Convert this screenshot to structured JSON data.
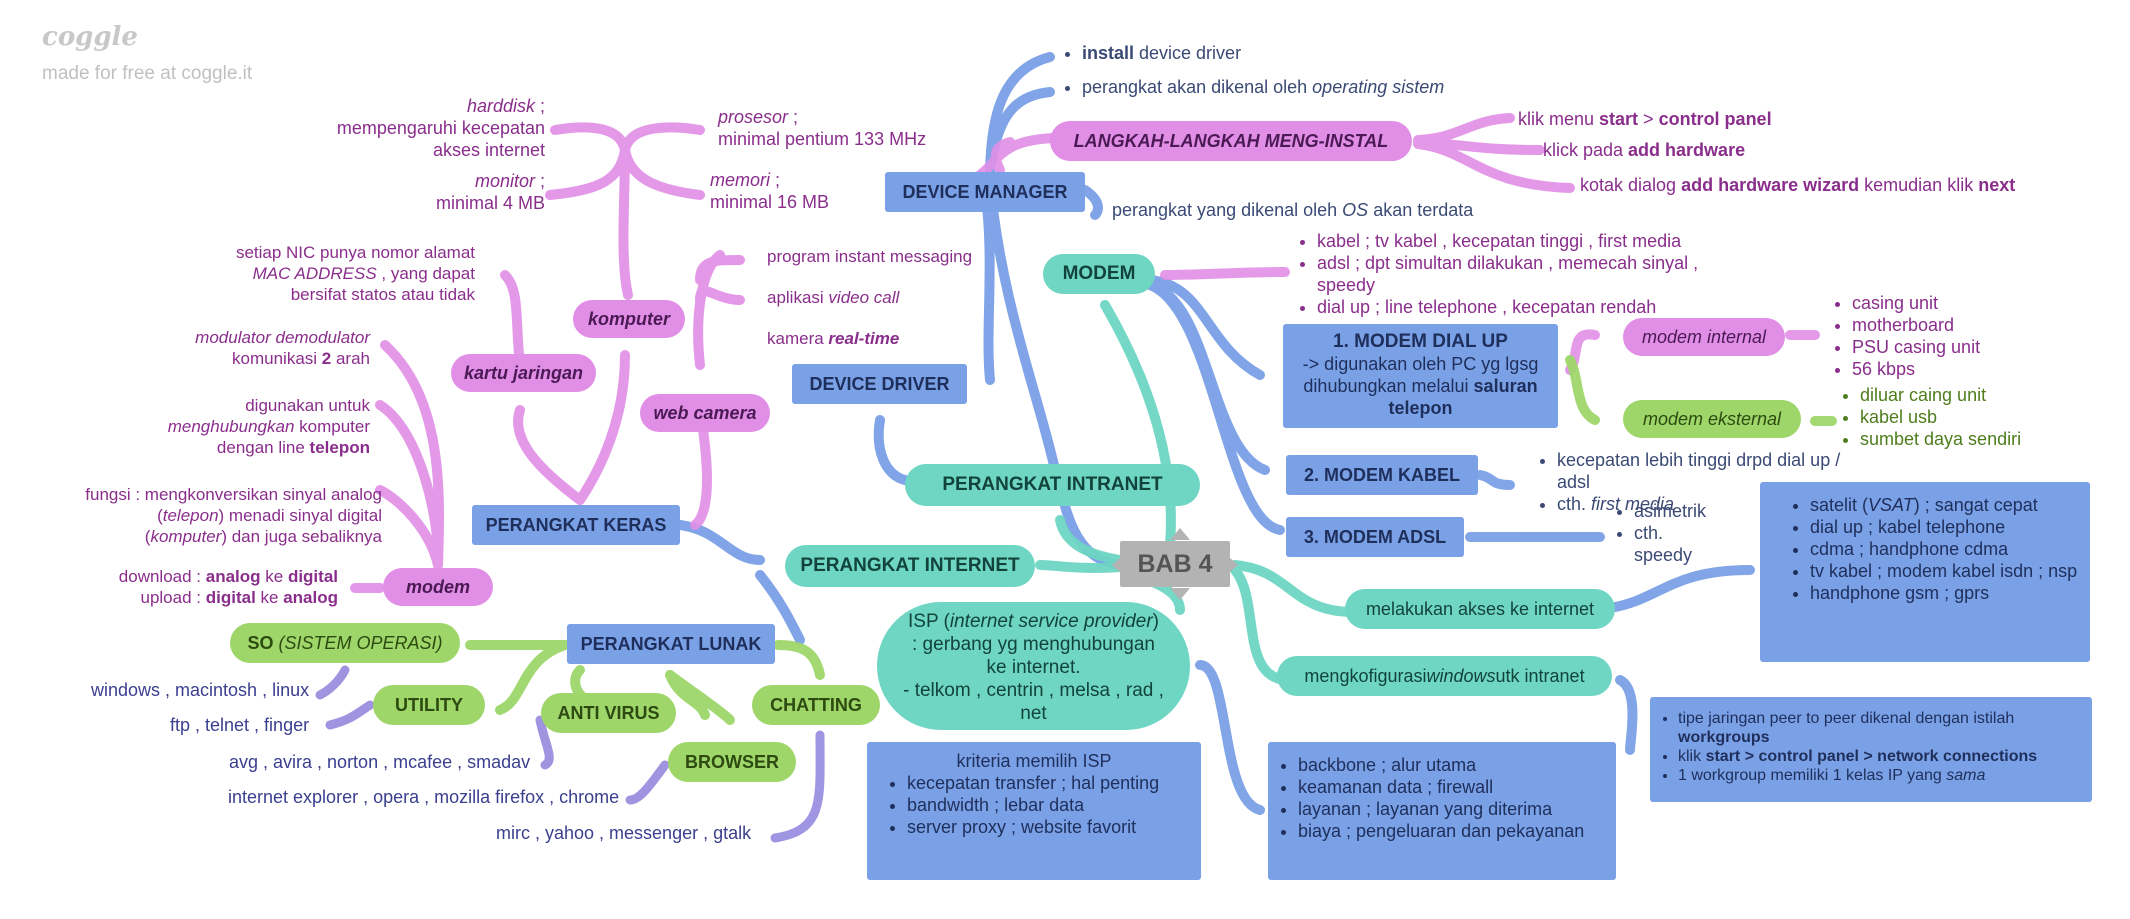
{
  "brand": {
    "logo": "coggle",
    "tagline": "made for free at coggle.it"
  },
  "colors": {
    "blue": "#7aa0e6",
    "pink": "#e18fe6",
    "teal": "#6ed6c3",
    "green": "#9ed66a",
    "purple": "#9b8fe0",
    "gray": "#b3b3b3"
  },
  "center": {
    "label": "BAB 4"
  },
  "nodes": {
    "perangkat_intranet": "PERANGKAT INTRANET",
    "perangkat_internet": "PERANGKAT INTERNET",
    "perangkat_keras": "PERANGKAT KERAS",
    "perangkat_lunak": "PERANGKAT LUNAK",
    "device_driver": "DEVICE DRIVER",
    "device_manager": "DEVICE MANAGER",
    "modem_main": "MODEM",
    "langkah": "LANGKAH-LANGKAH MENG-INSTAL",
    "komputer": "komputer",
    "kartu_jaringan": "kartu jaringan",
    "web_camera": "web camera",
    "modem_hw": "modem",
    "so": "SO",
    "so_sub": "(SISTEM OPERASI)",
    "utility": "UTILITY",
    "antivirus": "ANTI VIRUS",
    "chatting": "CHATTING",
    "browser": "BROWSER",
    "modem_dialup_title": "1. MODEM DIAL UP",
    "modem_kabel": "2. MODEM KABEL",
    "modem_adsl": "3. MODEM ADSL",
    "modem_internal": "modem internal",
    "modem_eksternal": "modem eksternal",
    "akses_internet": "melakukan akses ke internet"
  },
  "dm": {
    "install_b": "install",
    "install_r": " device driver",
    "kenal_r": "perangkat akan dikenal oleh ",
    "kenal_i": "operating sistem",
    "terdata_r": "perangkat yang dikenal oleh ",
    "terdata_i": "OS",
    "terdata_r2": " akan terdata"
  },
  "steps": {
    "s1_a": "klik menu ",
    "s1_b": "start",
    "s1_c": " > ",
    "s1_d": "control panel",
    "s2_a": "klick pada ",
    "s2_b": "add hardware",
    "s3_a": "kotak dialog ",
    "s3_b": "add hardware wizard",
    "s3_c": " kemudian klik ",
    "s3_d": "next"
  },
  "hw": {
    "harddisk_i": "harddisk",
    "harddisk_r": " ;",
    "harddisk_2": "mempengaruhi kecepatan",
    "harddisk_3": "akses internet",
    "monitor_i": "monitor",
    "monitor_r": " ;",
    "monitor_2": "minimal 4 MB",
    "prosesor_i": "prosesor",
    "prosesor_r": " ;",
    "prosesor_2": "minimal pentium 133 MHz",
    "memori_i": "memori",
    "memori_r": " ;",
    "memori_2": "minimal 16 MB",
    "nic_1": "setiap NIC punya nomor alamat",
    "nic_2i": "MAC ADDRESS",
    "nic_2r": " , yang dapat",
    "nic_3": "bersifat statos atau tidak",
    "cam_1": "program instant messaging",
    "cam_2a": "aplikasi ",
    "cam_2i": "video call",
    "cam_3a": "kamera ",
    "cam_3b": "real-time",
    "mod_1i": "modulator demodulator",
    "mod_2a": "komunikasi ",
    "mod_2b": "2",
    "mod_2c": " arah",
    "mod_3": "digunakan untuk",
    "mod_4i": "menghubungkan",
    "mod_4r": " komputer",
    "mod_5a": "dengan line ",
    "mod_5b": "telepon",
    "mod_6": "fungsi : mengkonversikan sinyal analog",
    "mod_7a": "(",
    "mod_7i": "telepon",
    "mod_7b": ") menadi sinyal digital",
    "mod_8a": "(",
    "mod_8i": "komputer",
    "mod_8b": ") dan juga sebaliknya",
    "dl_a": "download : ",
    "dl_b": "analog",
    "dl_c": " ke ",
    "dl_d": "digital",
    "ul_a": "upload : ",
    "ul_b": "digital",
    "ul_c": " ke ",
    "ul_d": "analog"
  },
  "sw": {
    "so_list": "windows , macintosh , linux",
    "util_list": "ftp , telnet , finger",
    "av_list": "avg , avira , norton , mcafee , smadav",
    "br_list": "internet explorer , opera , mozilla firefox , chrome",
    "chat_list": "mirc , yahoo , messenger , gtalk"
  },
  "modem_types": {
    "t1": "kabel ; tv kabel , kecepatan tinggi , first media",
    "t2": "adsl ; dpt simultan dilakukan , memecah sinyal , speedy",
    "t3": "dial up ; line telephone , kecepatan rendah"
  },
  "dialup": {
    "d1": "-> digunakan oleh PC yg lgsg",
    "d2": "dihubungkan melalui ",
    "d2b": "saluran",
    "d3": "telepon"
  },
  "internal": {
    "i1": "casing unit",
    "i2": "motherboard",
    "i3": "PSU casing unit",
    "i4": "56 kbps"
  },
  "eksternal": {
    "e1": "diluar caing unit",
    "e2": "kabel usb",
    "e3": "sumbet daya sendiri"
  },
  "kabel": {
    "k1": "kecepatan lebih tinggi drpd dial up / adsl",
    "k2a": "cth. ",
    "k2i": "first media"
  },
  "adsl": {
    "a1": "asimetrik",
    "a2": "cth.",
    "a3": "speedy"
  },
  "akses": {
    "x1a": "satelit (",
    "x1i": "VSAT",
    "x1b": ") ; sangat cepat",
    "x2": "dial up ; kabel telephone",
    "x3": "cdma ; handphone cdma",
    "x4": "tv kabel ; modem kabel isdn ; nsp",
    "x5": "handphone gsm ; gprs"
  },
  "config": {
    "label_a": "mengkofigurasi ",
    "label_i": "windows",
    "label_b": " utk intranet",
    "c1": "tipe jaringan peer to peer dikenal dengan istilah ",
    "c1b": "workgroups",
    "c2a": "klik ",
    "c2b": "start > control panel > network connections",
    "c3a": "1 workgroup memiliki 1 kelas IP yang ",
    "c3i": "sama"
  },
  "isp": {
    "l1a": "ISP (",
    "l1i": "internet service provider",
    "l1b": ") : gerbang yg menghubungan ke internet.",
    "l2": "- telkom , centrin , melsa , rad , net"
  },
  "kriteria": {
    "title": "kriteria memilih ISP",
    "k1": "kecepatan transfer ; hal penting",
    "k2": "bandwidth ; lebar data",
    "k3": "server proxy ; website favorit"
  },
  "backbone": {
    "b1": "backbone ; alur utama",
    "b2": "keamanan data ; firewall",
    "b3": "layanan ; layanan yang diterima",
    "b4": "biaya ; pengeluaran dan pekayanan"
  }
}
